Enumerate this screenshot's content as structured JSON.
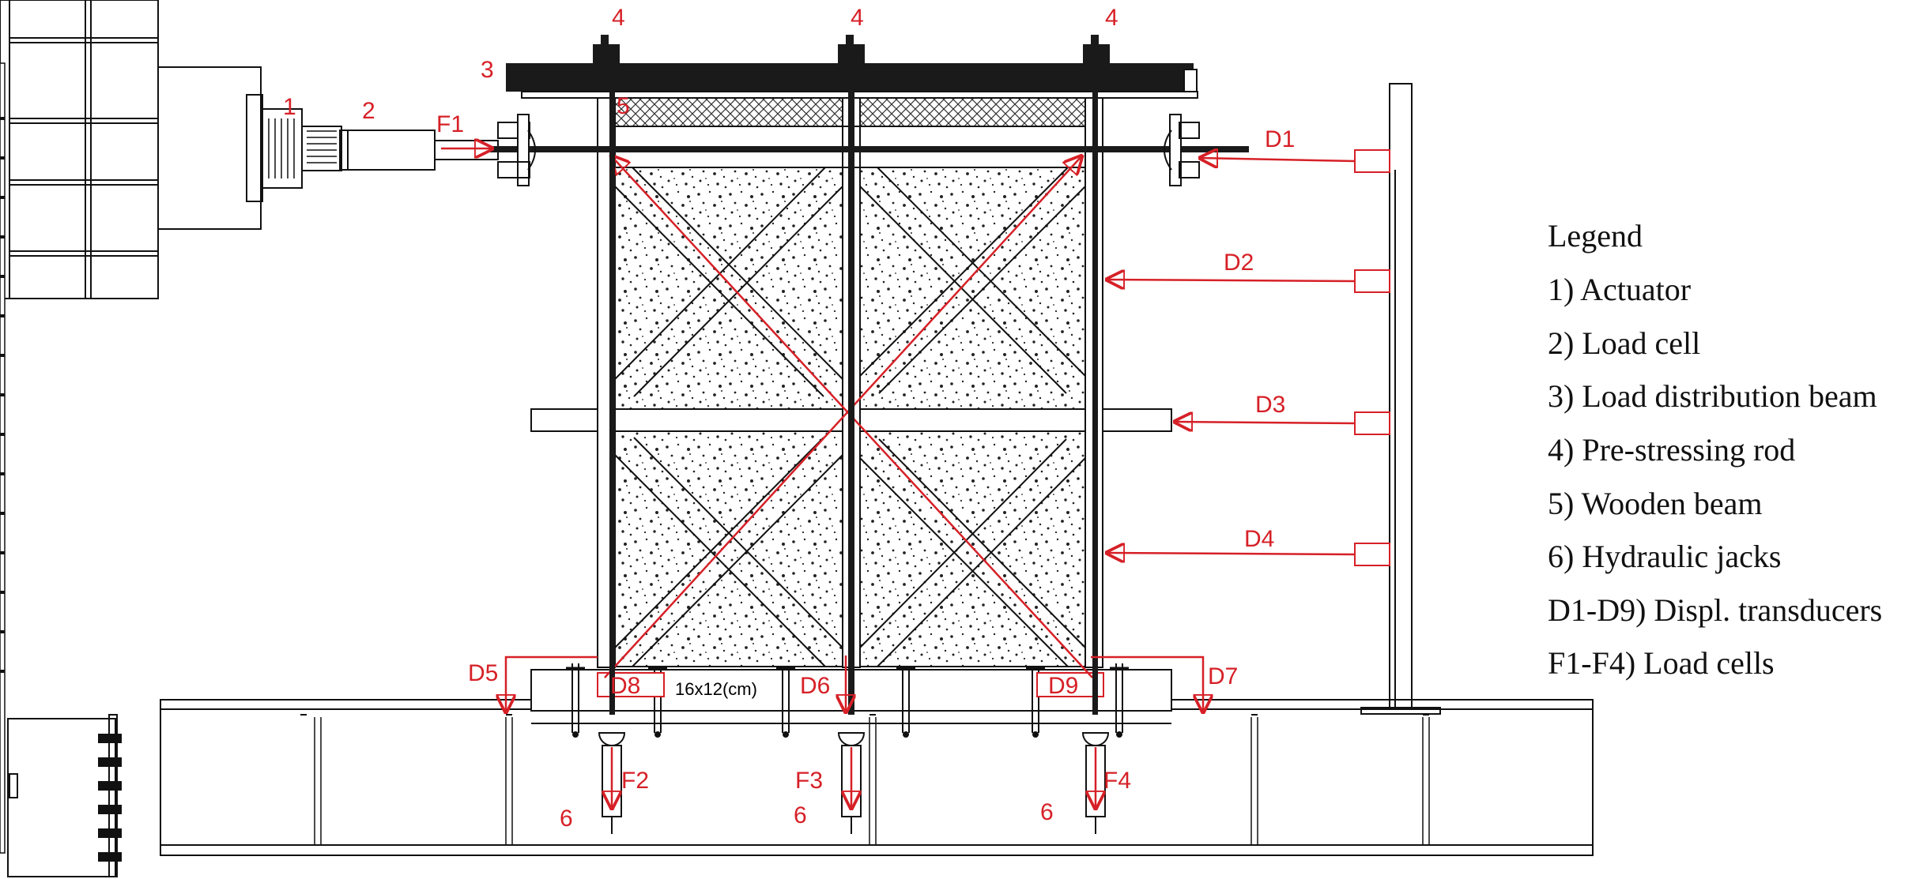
{
  "colors": {
    "accent": "#d62027",
    "ink": "#111111",
    "fill": "#f4f4f4"
  },
  "labels": {
    "actuator": "1",
    "load_cell": "2",
    "distribution_beam": "3",
    "rod": "4",
    "wooden_beam": "5",
    "jack": "6",
    "dimension": "16x12(cm)"
  },
  "transducers": [
    "D1",
    "D2",
    "D3",
    "D4",
    "D5",
    "D6",
    "D7",
    "D8",
    "D9"
  ],
  "load_cells": [
    "F1",
    "F2",
    "F3",
    "F4"
  ],
  "legend": {
    "title": "Legend",
    "items": [
      "1) Actuator",
      "2) Load cell",
      "3) Load distribution beam",
      "4) Pre-stressing rod",
      "5)  Wooden beam",
      "6) Hydraulic jacks",
      "D1-D9) Displ. transducers",
      "F1-F4) Load cells"
    ]
  }
}
